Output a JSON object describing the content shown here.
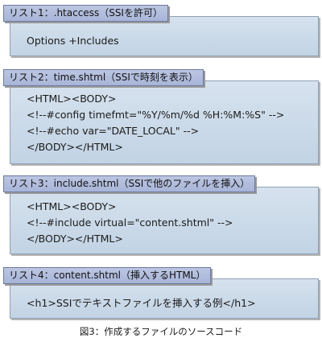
{
  "listings": [
    {
      "title": "リスト1：.htaccess（SSIを許可）",
      "lines": [
        "Options +Includes"
      ]
    },
    {
      "title": "リスト2：time.shtml（SSIで時刻を表示）",
      "lines": [
        "<HTML><BODY>",
        "<!--#config timefmt=\"%Y/%m/%d %H:%M:%S\" -->",
        "<!--#echo var=\"DATE_LOCAL\" -->",
        "</BODY></HTML>"
      ]
    },
    {
      "title": "リスト3：include.shtml（SSIで他のファイルを挿入）",
      "lines": [
        "<HTML><BODY>",
        "<!--#include virtual=\"content.shtml\" -->",
        "</BODY></HTML>"
      ]
    },
    {
      "title": "リスト4：content.shtml（挿入するHTML）",
      "lines": [
        "<h1>SSIでテキストファイルを挿入する例</h1>"
      ]
    }
  ],
  "caption": "図3：作成するファイルのソースコード",
  "colors": {
    "panel_fill": "#c8d6e6",
    "panel_border": "#8fa1b6",
    "tab_fill": "#b0bcdc",
    "tab_border": "#6c7aa0"
  }
}
